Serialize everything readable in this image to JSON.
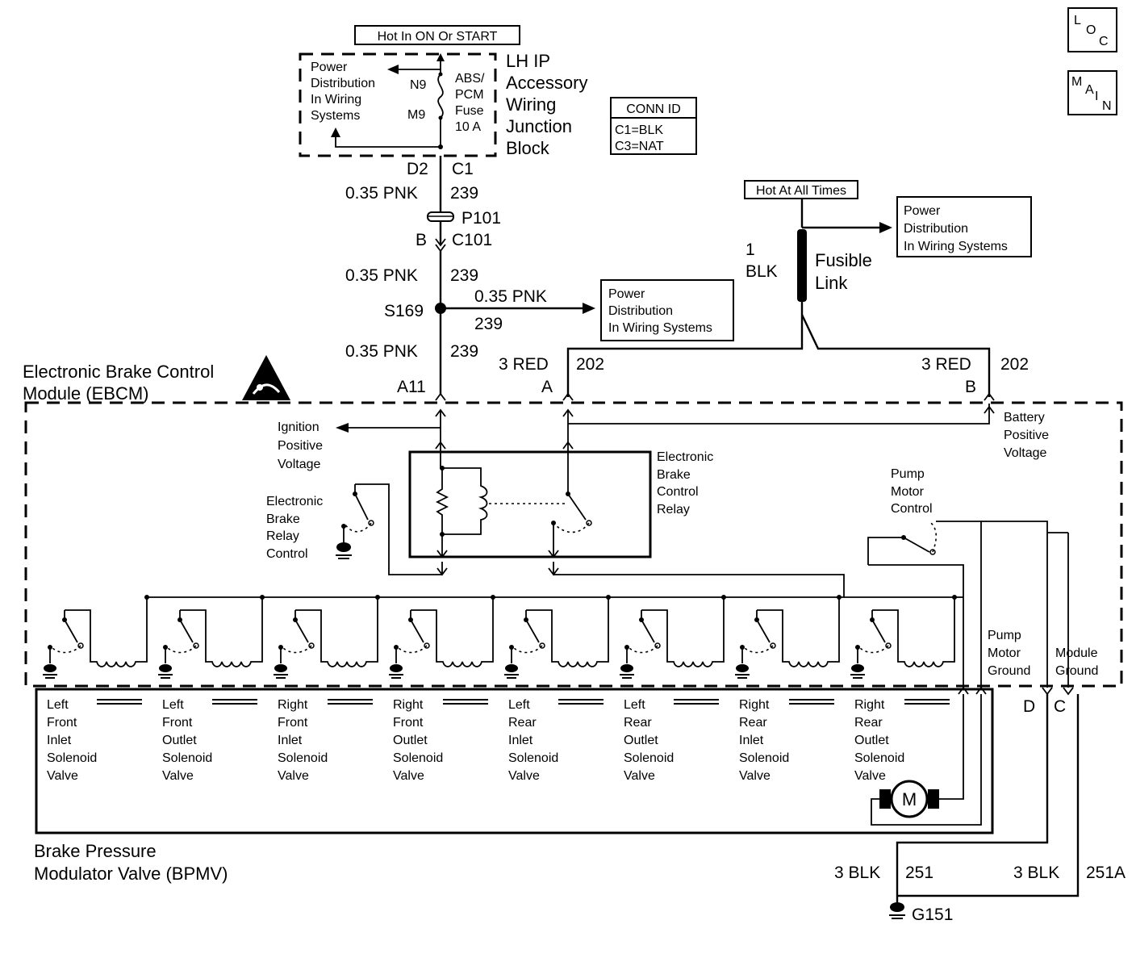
{
  "labels": {
    "hot_in_on": "Hot In ON Or START",
    "hot_at_all": "Hot At All Times",
    "pd_top_1": "Power",
    "pd_top_2": "Distribution",
    "pd_top_3": "In Wiring",
    "pd_top_4": "Systems",
    "n9": "N9",
    "m9": "M9",
    "fuse_1": "ABS/",
    "fuse_2": "PCM",
    "fuse_3": "Fuse",
    "fuse_4": "10 A",
    "jb_1": "LH IP",
    "jb_2": "Accessory",
    "jb_3": "Wiring",
    "jb_4": "Junction",
    "jb_5": "Block",
    "conn_id": "CONN ID",
    "conn_c1": "C1=BLK",
    "conn_c3": "C3=NAT",
    "loc": [
      "L",
      "O",
      "C"
    ],
    "main": [
      "M",
      "A",
      "I",
      "N"
    ],
    "d2": "D2",
    "c1": "C1",
    "w1_gauge": "0.35 PNK",
    "w1_circuit": "239",
    "p101": "P101",
    "b": "B",
    "c101": "C101",
    "w2_gauge": "0.35 PNK",
    "w2_circuit": "239",
    "s169": "S169",
    "w3_gauge": "0.35 PNK",
    "w3_circuit": "239",
    "w4_gauge": "0.35 PNK",
    "w4_circuit": "239",
    "pd_mid_1": "Power",
    "pd_mid_2": "Distribution",
    "pd_mid_3": "In Wiring Systems",
    "pd_right_1": "Power",
    "pd_right_2": "Distribution",
    "pd_right_3": "In Wiring Systems",
    "fl_gauge_1": "1",
    "fl_gauge_2": "BLK",
    "fusible_1": "Fusible",
    "fusible_2": "Link",
    "red_a_gauge": "3 RED",
    "red_a_circuit": "202",
    "pin_a": "A",
    "red_b_gauge": "3 RED",
    "red_b_circuit": "202",
    "pin_b": "B",
    "a11": "A11",
    "ebcm_1": "Electronic Brake Control",
    "ebcm_2": "Module (EBCM)",
    "ign_1": "Ignition",
    "ign_2": "Positive",
    "ign_3": "Voltage",
    "batt_1": "Battery",
    "batt_2": "Positive",
    "batt_3": "Voltage",
    "relay_1": "Electronic",
    "relay_2": "Brake",
    "relay_3": "Control",
    "relay_4": "Relay",
    "rc_1": "Electronic",
    "rc_2": "Brake",
    "rc_3": "Relay",
    "rc_4": "Control",
    "pmc_1": "Pump",
    "pmc_2": "Motor",
    "pmc_3": "Control",
    "pmg_1": "Pump",
    "pmg_2": "Motor",
    "pmg_3": "Ground",
    "mg_1": "Module",
    "mg_2": "Ground",
    "pin_d": "D",
    "pin_c": "C",
    "motor": "M",
    "bpmv_1": "Brake Pressure",
    "bpmv_2": "Modulator Valve (BPMV)",
    "g_d_gauge": "3 BLK",
    "g_d_circuit": "251",
    "g_c_gauge": "3 BLK",
    "g_c_circuit": "251A",
    "g151": "G151"
  },
  "valves": [
    [
      "Left",
      "Front",
      "Inlet",
      "Solenoid",
      "Valve"
    ],
    [
      "Left",
      "Front",
      "Outlet",
      "Solenoid",
      "Valve"
    ],
    [
      "Right",
      "Front",
      "Inlet",
      "Solenoid",
      "Valve"
    ],
    [
      "Right",
      "Front",
      "Outlet",
      "Solenoid",
      "Valve"
    ],
    [
      "Left",
      "Rear",
      "Inlet",
      "Solenoid",
      "Valve"
    ],
    [
      "Left",
      "Rear",
      "Outlet",
      "Solenoid",
      "Valve"
    ],
    [
      "Right",
      "Rear",
      "Inlet",
      "Solenoid",
      "Valve"
    ],
    [
      "Right",
      "Rear",
      "Outlet",
      "Solenoid",
      "Valve"
    ]
  ]
}
